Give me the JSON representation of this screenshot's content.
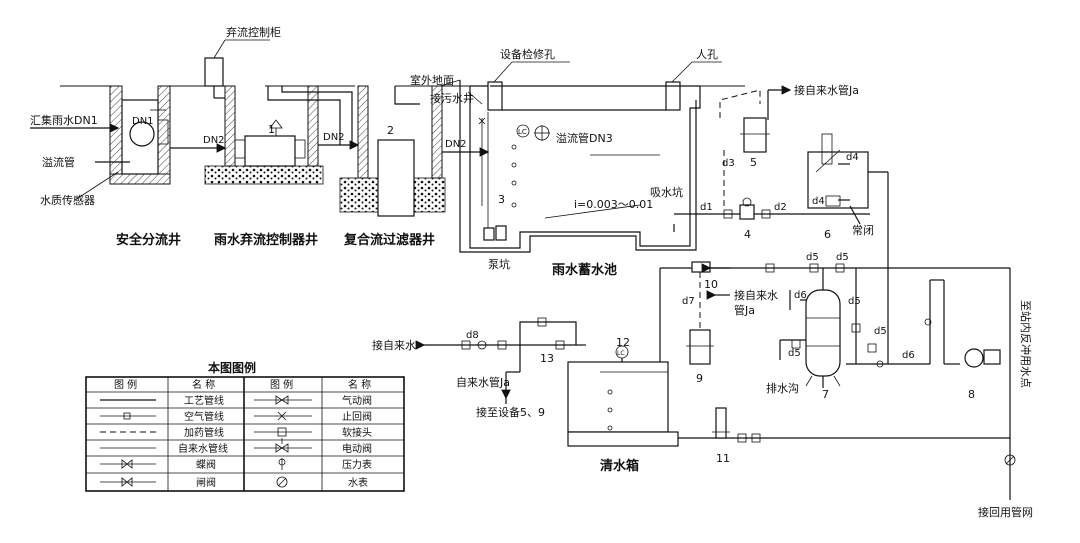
{
  "well_labels": {
    "inflow": "汇集雨水DN1",
    "overflow_pipe": "溢流管",
    "quality_sensor": "水质传感器",
    "dn1_inner": "DN1",
    "safety_well": "安全分流井",
    "control_cabinet": "弃流控制柜",
    "dn2_a": "DN2",
    "dn2_b": "DN2",
    "dn2_c": "DN2",
    "num_1": "1",
    "control_well": "雨水弃流控制器井",
    "num_2": "2",
    "filter_well": "复合流过滤器井",
    "outdoor_ground": "室外地面",
    "sewage_well": "接污水井",
    "maintenance_hole": "设备检修孔",
    "manhole": "人孔",
    "lc": "LC",
    "overflow_dn3": "溢流管DN3",
    "num_3": "3",
    "slope": "i=0.003～0.01",
    "suction_pit": "吸水坑",
    "pump_pit": "泵坑",
    "storage_tank": "雨水蓄水池"
  },
  "equipment_labels": {
    "tap_top": "接自来水管Ja",
    "d1": "d1",
    "d2": "d2",
    "d3": "d3",
    "d4a": "d4",
    "d4b": "d4",
    "num_4": "4",
    "num_5": "5",
    "num_6": "6",
    "normally_closed": "常闭",
    "d5a": "d5",
    "d5b": "d5",
    "d5c": "d5",
    "d5d": "d5",
    "d5e": "d5",
    "d6a": "d6",
    "d6b": "d6",
    "d7": "d7",
    "d8": "d8",
    "num_10": "10",
    "tap_mid_1": "接自来水",
    "tap_mid_2": "管Ja",
    "num_9": "9",
    "drain_ditch": "排水沟",
    "num_7": "7",
    "num_8": "8",
    "tap_in": "接自来水",
    "num_13": "13",
    "num_12": "12",
    "lc2": "LC",
    "tap_pipe": "自来水管Ja",
    "to_equipment": "接至设备5、9",
    "clear_tank": "清水箱",
    "num_11": "11",
    "backwash_point": "至站内反冲用水点",
    "reuse_network": "接回用管网"
  },
  "legend": {
    "title": "本图图例",
    "headers": [
      "图 例",
      "名 称",
      "图 例",
      "名 称"
    ],
    "left_names": [
      "工艺管线",
      "空气管线",
      "加药管线",
      "自来水管线",
      "蝶阀",
      "闸阀"
    ],
    "right_names": [
      "气动阀",
      "止回阀",
      "软接头",
      "电动阀",
      "压力表",
      "水表"
    ]
  }
}
